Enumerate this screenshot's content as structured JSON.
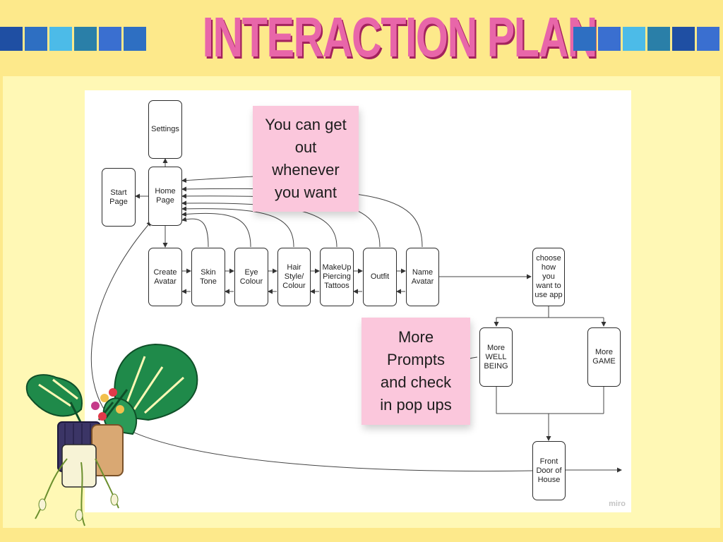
{
  "title": "INTERACTION PLAN",
  "colors": {
    "background": "#fde98b",
    "panel": "#fff8b5",
    "title_fill": "#e866a9",
    "title_shadow": "#a3225d",
    "sticky": "#fbc7dc",
    "stripe_palette": [
      "#1f4fa3",
      "#2e6fc2",
      "#4cbbe8",
      "#2a7fa8",
      "#3a6fd0"
    ]
  },
  "board_watermark": "miro",
  "nodes": {
    "settings": "Settings",
    "start_page": "Start\nPage",
    "home_page": "Home\nPage",
    "create_avatar": "Create\nAvatar",
    "skin_tone": "Skin\nTone",
    "eye_colour": "Eye\nColour",
    "hair": "Hair\nStyle/\nColour",
    "makeup": "MakeUp\nPiercing\nTattoos",
    "outfit": "Outfit",
    "name_avatar": "Name\nAvatar",
    "choose": "choose\nhow\nyou\nwant to\nuse app",
    "more_wellbeing": "More\nWELL\nBEING",
    "more_game": "More\nGAME",
    "front_door": "Front\nDoor of\nHouse"
  },
  "stickies": {
    "exit_note": "You can get\nout\nwhenever\nyou want",
    "prompts_note": "More\nPrompts\nand check\nin pop ups"
  },
  "decoration": {
    "plant": "potted-plants-illustration"
  }
}
